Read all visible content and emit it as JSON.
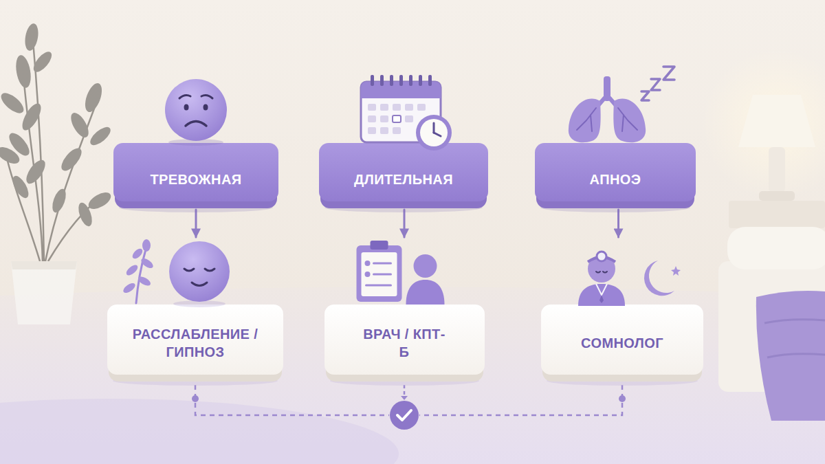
{
  "diagram": {
    "nodes": [
      {
        "text": [
          "ТРЕВОЖНАЯ"
        ]
      },
      {
        "text": [
          "ДЛИТЕЛЬНАЯ"
        ]
      },
      {
        "text": [
          "АПНОЭ"
        ]
      },
      {
        "text": [
          "РАССЛАБЛЕНИЕ / ГИПНОЗ"
        ]
      },
      {
        "text": [
          "ВРАЧ / КПТ-Б"
        ]
      },
      {
        "text": [
          "СОМНОЛОГ"
        ]
      }
    ],
    "edges": [
      {
        "from": 0,
        "to": 3,
        "arrow": "to"
      },
      {
        "from": 1,
        "to": 4,
        "arrow": "to"
      },
      {
        "from": 2,
        "to": 5,
        "arrow": "to"
      }
    ]
  }
}
